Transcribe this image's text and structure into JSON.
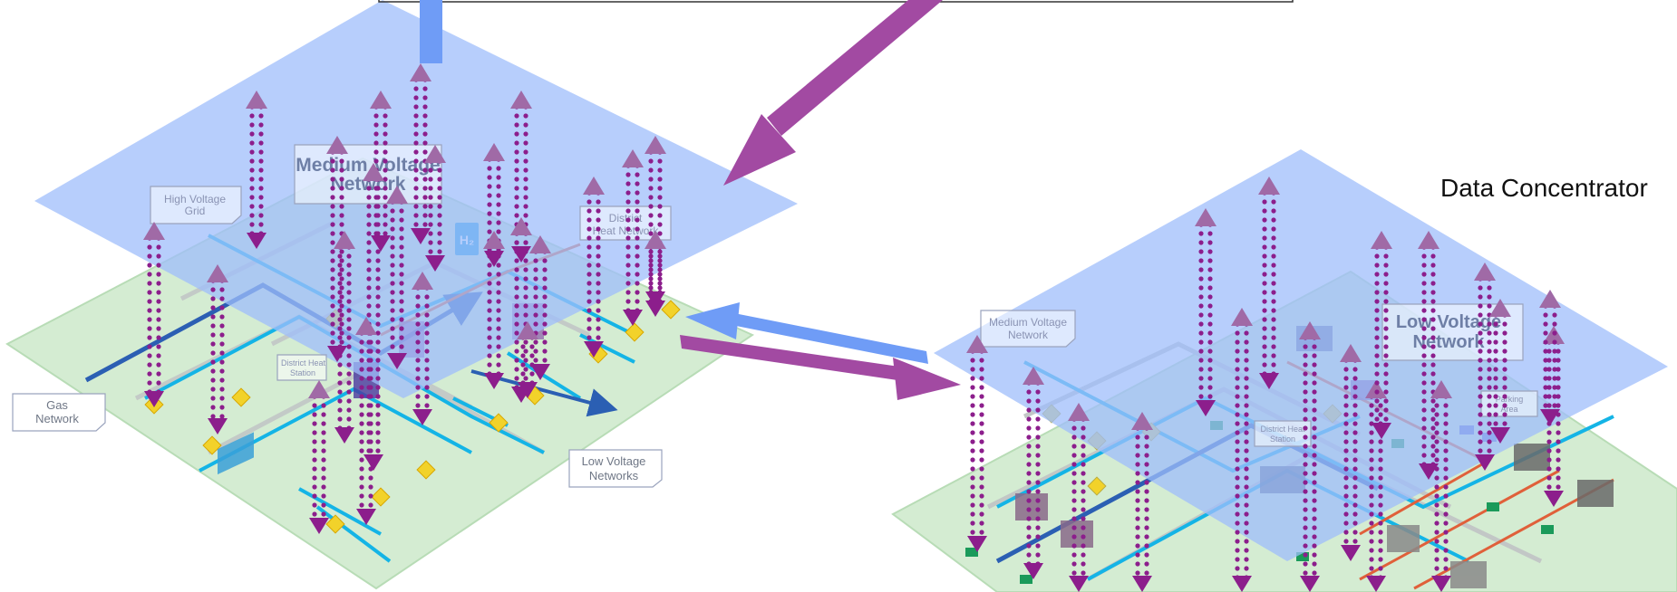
{
  "labels": {
    "left": {
      "medium_voltage": [
        "Medium Voltage",
        "Network"
      ],
      "high_voltage": [
        "High Voltage",
        "Grid"
      ],
      "district_heat": [
        "District",
        "Heat Network"
      ],
      "district_heat_station": [
        "District Heat",
        "Station"
      ],
      "gas_network": [
        "Gas",
        "Network"
      ],
      "low_voltage": [
        "Low Voltage",
        "Networks"
      ],
      "h2_icon_text": "H₂"
    },
    "right": {
      "medium_voltage": [
        "Medium Voltage",
        "Network"
      ],
      "low_voltage": [
        "Low Voltage",
        "Network"
      ],
      "district_heat_station": [
        "District Heat",
        "Station"
      ],
      "parking_area": [
        "Parking",
        "Area"
      ]
    },
    "data_concentrator": "Data Concentrator"
  },
  "colors": {
    "blue_plane": "#9fbdfb",
    "green_plane": "#cfe9cf",
    "purple": "#8c1e8c",
    "arrow_purple": "#a24aa2",
    "arrow_blue": "#6f9cf6",
    "pipe_cyan": "#14b4e6",
    "pipe_dark": "#2b5fb3",
    "heat_red": "#e0603a",
    "node_yellow": "#f2d22a"
  }
}
